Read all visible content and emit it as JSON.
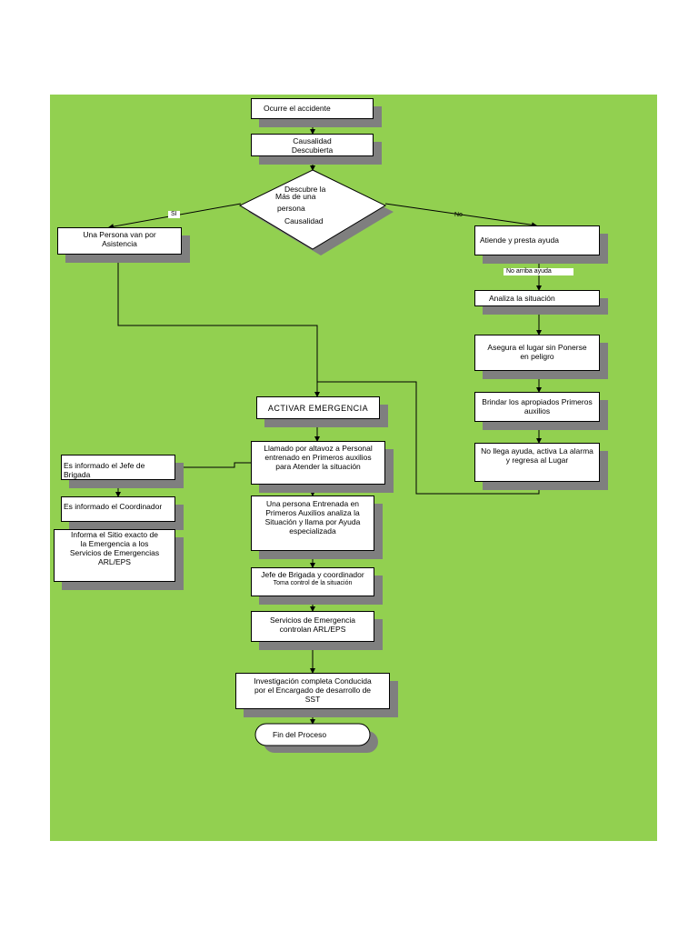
{
  "nodes": {
    "start": "Ocurre el accidente",
    "causalidad": "Causalidad Descubierta",
    "decision_line1": "Descubre la",
    "decision_line2": "Más de una",
    "decision_line3": "persona",
    "decision_line4": "Causalidad",
    "persona_asistencia": "Una Persona van por Asistencia",
    "atiende": "Atiende y presta ayuda",
    "analiza": "Analiza la situación",
    "asegura": "Asegura el lugar sin Ponerse en peligro",
    "brindar": "Brindar los apropiados Primeros auxilios",
    "no_llega": "No llega ayuda, activa La alarma y regresa al Lugar",
    "activar": "ACTIVAR EMERGENCIA",
    "llamado": "Llamado por altavoz a Personal entrenado en Primeros auxilios para Atender la situación",
    "jefe_informado": "Es informado el Jefe de Brigada",
    "coordinador_informado": "Es informado el Coordinador",
    "informa_sitio": "Informa el Sitio exacto de la Emergencia a los Servicios de Emergencias ARL/EPS",
    "persona_entrenada": "Una persona Entrenada en Primeros Auxilios analiza la Situación y llama por Ayuda especializada",
    "jefe_coordinador_title": "Jefe de Brigada y coordinador",
    "jefe_coordinador_sub": "Toma control de la situación",
    "servicios": "Servicios de Emergencia controlan ARL/EPS",
    "investigacion": "Investigación completa Conducida por el Encargado de desarrollo de SST",
    "fin": "Fin del Proceso"
  },
  "edge_labels": {
    "si": "SI",
    "no": "No",
    "no_arriba": "No arriba ayuda"
  },
  "colors": {
    "background": "#92d050",
    "box": "#ffffff",
    "shadow": "#7f7f7f"
  }
}
